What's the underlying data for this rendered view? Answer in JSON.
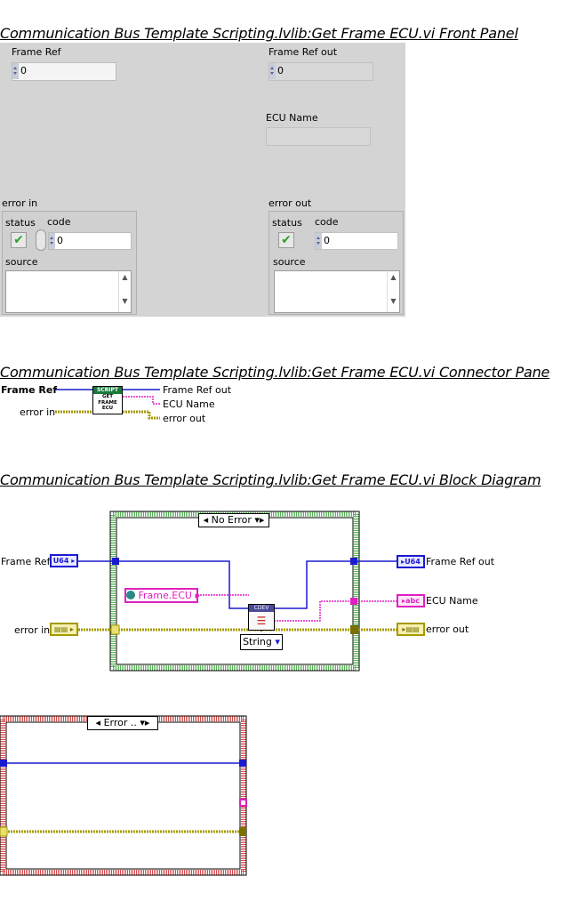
{
  "front_panel": {
    "title": "Communication Bus Template Scripting.lvlib:Get Frame ECU.vi Front Panel",
    "frame_ref": {
      "label": "Frame Ref",
      "value": "0"
    },
    "frame_ref_out": {
      "label": "Frame Ref out",
      "value": "0"
    },
    "ecu_name": {
      "label": "ECU Name",
      "value": ""
    },
    "error_in": {
      "label": "error in",
      "status_label": "status",
      "code_label": "code",
      "code_value": "0",
      "source_label": "source",
      "check": "✔"
    },
    "error_out": {
      "label": "error out",
      "status_label": "status",
      "code_label": "code",
      "code_value": "0",
      "source_label": "source",
      "check": "✔"
    }
  },
  "connector_pane": {
    "title": "Communication Bus Template Scripting.lvlib:Get Frame ECU.vi Connector Pane",
    "left_inputs": [
      "Frame Ref",
      "error in"
    ],
    "right_outputs": [
      "Frame Ref out",
      "ECU Name",
      "error out"
    ],
    "icon_header": "SCRIPT",
    "icon_lines": [
      "GET",
      "FRAME",
      "ECU"
    ]
  },
  "block_diagram": {
    "title": "Communication Bus Template Scripting.lvlib:Get Frame ECU.vi Block Diagram",
    "case_no_error": "No Error",
    "case_error": "Error ..",
    "frame_ref_label": "Frame Ref",
    "frame_ref_out_label": "Frame Ref out",
    "ecu_name_label": "ECU Name",
    "error_in_label": "error in",
    "error_out_label": "error out",
    "u64_tag": "U64",
    "abc_tag": "abc",
    "property_constant": "Frame.ECU",
    "type_selector": "String",
    "node_tag": "CDEV",
    "colors": {
      "no_error_frame": "#5ab45a",
      "error_frame": "#d94a4a",
      "u64_wire": "#1a1ad0",
      "string_wire": "#e020c0",
      "error_wire": "#a59a00"
    }
  }
}
